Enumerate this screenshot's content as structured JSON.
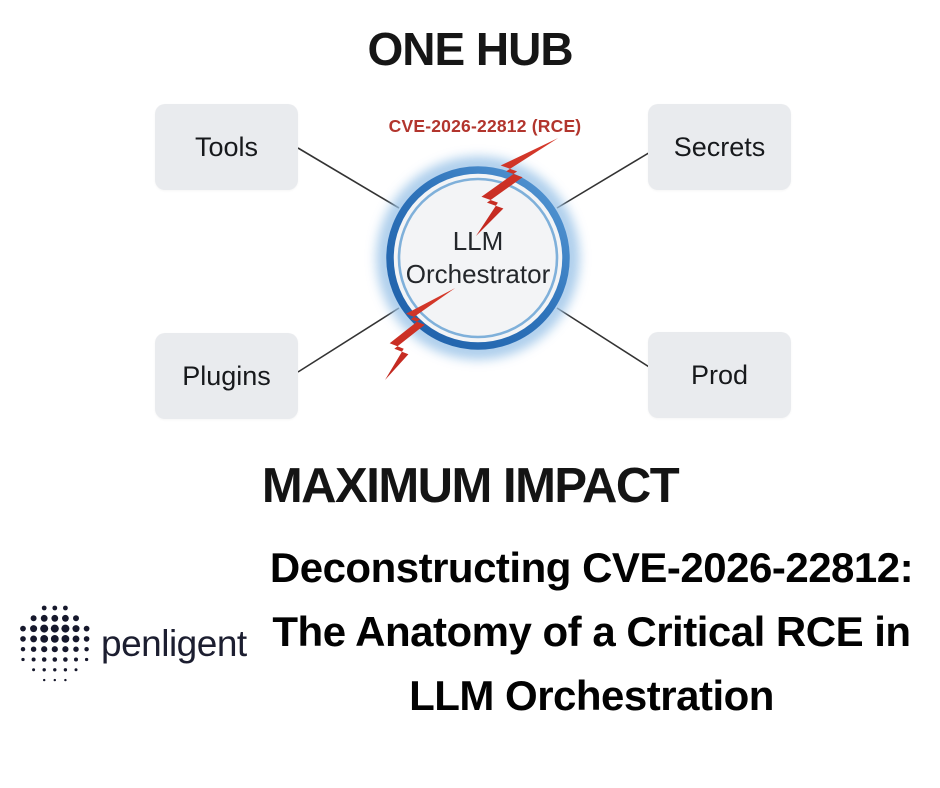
{
  "diagram": {
    "top_title": "ONE HUB",
    "bottom_title": "MAXIMUM IMPACT",
    "cve_label": "CVE-2026-22812 (RCE)",
    "hub": {
      "label": "LLM Orchestrator"
    },
    "nodes": [
      {
        "id": "tools",
        "label": "Tools"
      },
      {
        "id": "secrets",
        "label": "Secrets"
      },
      {
        "id": "plugins",
        "label": "Plugins"
      },
      {
        "id": "prod",
        "label": "Prod"
      }
    ],
    "colors": {
      "cve_red": "#b2352d",
      "bolt_red": "#cc3027",
      "ring_blue_dark": "#1e5fa8",
      "ring_blue_light": "#4e92cf",
      "ring_glow": "#9cc4e8",
      "hub_fill": "#f3f4f6",
      "box_gray": "#e9ebee",
      "connector": "#333333"
    }
  },
  "footer": {
    "brand": "penligent",
    "headline_lines": [
      "Deconstructing CVE-2026-22812:",
      "The Anatomy of a Critical RCE in",
      "LLM Orchestration"
    ]
  }
}
